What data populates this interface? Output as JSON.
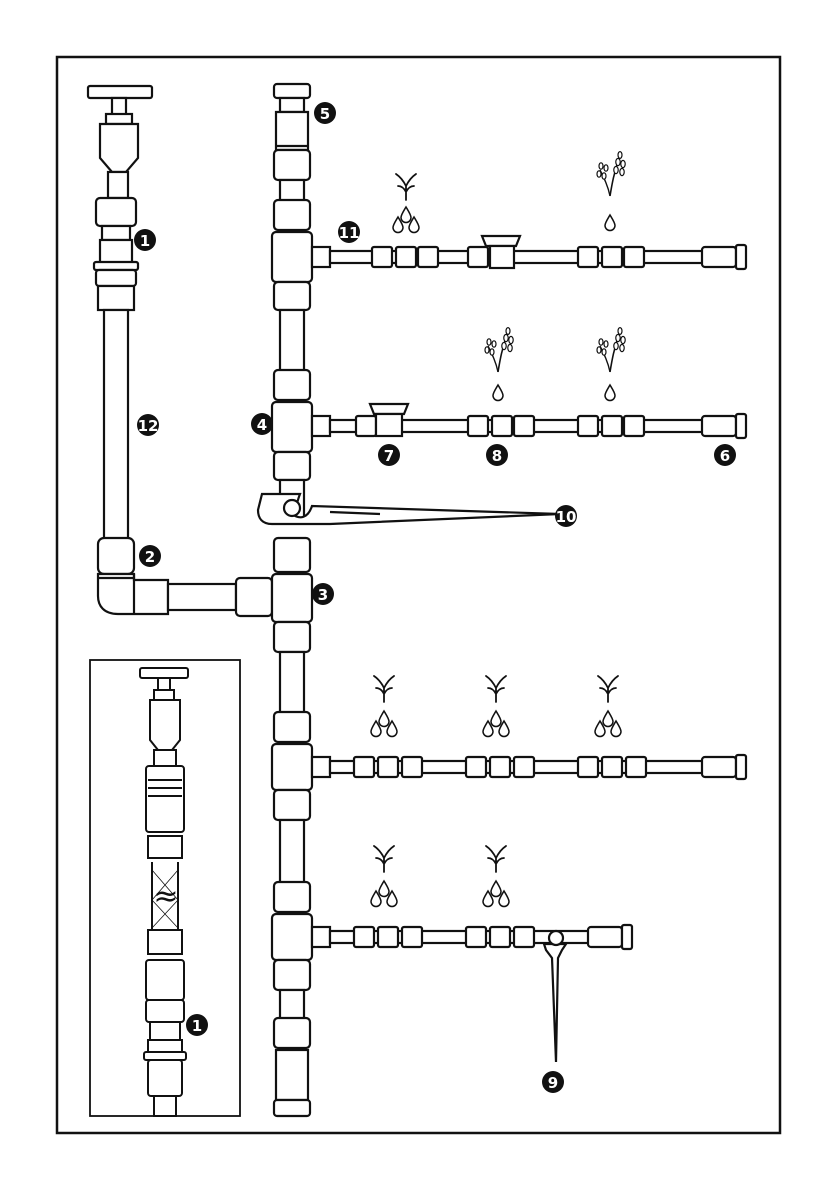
{
  "diagram": {
    "colors": {
      "line": "#111111",
      "fill": "#ffffff",
      "callout": "#111111",
      "callout_text": "#ffffff"
    },
    "callouts": [
      {
        "id": "c1-main",
        "label": "1"
      },
      {
        "id": "c2",
        "label": "2"
      },
      {
        "id": "c3",
        "label": "3"
      },
      {
        "id": "c4",
        "label": "4"
      },
      {
        "id": "c5",
        "label": "5"
      },
      {
        "id": "c6",
        "label": "6"
      },
      {
        "id": "c7",
        "label": "7"
      },
      {
        "id": "c8",
        "label": "8"
      },
      {
        "id": "c9",
        "label": "9"
      },
      {
        "id": "c10",
        "label": "10"
      },
      {
        "id": "c11",
        "label": "11"
      },
      {
        "id": "c12",
        "label": "12"
      },
      {
        "id": "c1-inset",
        "label": "1"
      }
    ],
    "icons": [
      "tap-icon",
      "seedling-icon",
      "lavender-icon",
      "water-drop-icon",
      "ground-stake-icon",
      "shut-off-valve-icon",
      "approx-symbol"
    ]
  }
}
